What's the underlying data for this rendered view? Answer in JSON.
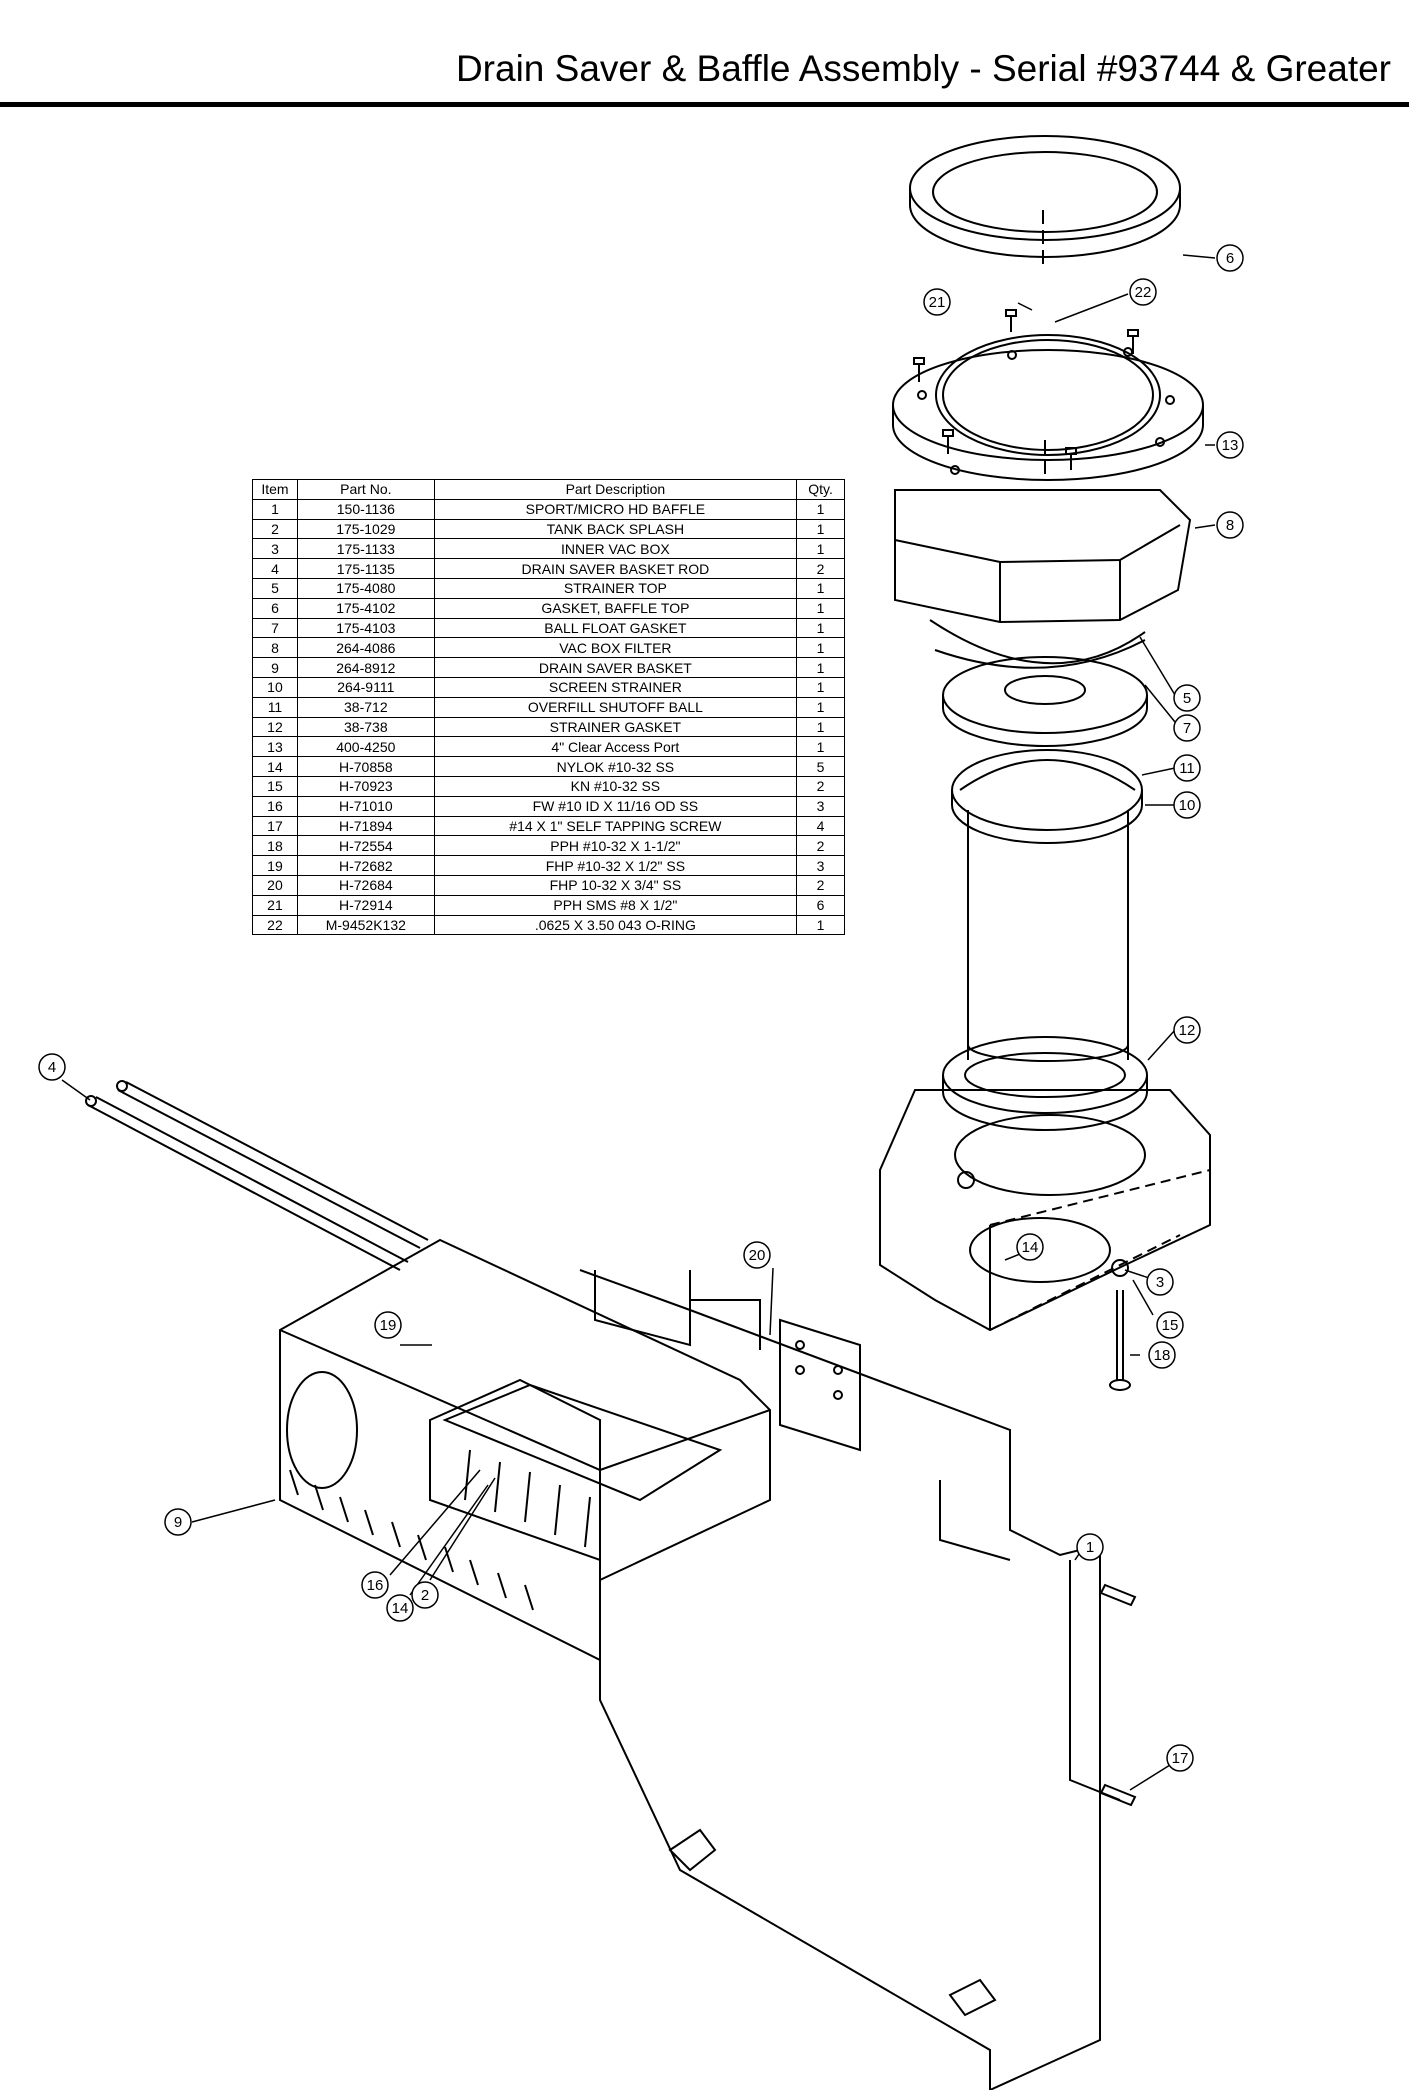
{
  "title": "Drain Saver & Baffle Assembly - Serial #93744 & Greater",
  "table": {
    "headers": [
      "Item",
      "Part No.",
      "Part Description",
      "Qty."
    ],
    "rows": [
      [
        "1",
        "150-1136",
        "SPORT/MICRO HD BAFFLE",
        "1"
      ],
      [
        "2",
        "175-1029",
        "TANK BACK SPLASH",
        "1"
      ],
      [
        "3",
        "175-1133",
        "INNER VAC BOX",
        "1"
      ],
      [
        "4",
        "175-1135",
        "DRAIN SAVER BASKET ROD",
        "2"
      ],
      [
        "5",
        "175-4080",
        "STRAINER TOP",
        "1"
      ],
      [
        "6",
        "175-4102",
        "GASKET, BAFFLE TOP",
        "1"
      ],
      [
        "7",
        "175-4103",
        "BALL FLOAT GASKET",
        "1"
      ],
      [
        "8",
        "264-4086",
        "VAC BOX FILTER",
        "1"
      ],
      [
        "9",
        "264-8912",
        "DRAIN SAVER BASKET",
        "1"
      ],
      [
        "10",
        "264-9111",
        "SCREEN STRAINER",
        "1"
      ],
      [
        "11",
        "38-712",
        "OVERFILL SHUTOFF BALL",
        "1"
      ],
      [
        "12",
        "38-738",
        "STRAINER GASKET",
        "1"
      ],
      [
        "13",
        "400-4250",
        "4\" Clear Access Port",
        "1"
      ],
      [
        "14",
        "H-70858",
        "NYLOK #10-32 SS",
        "5"
      ],
      [
        "15",
        "H-70923",
        "KN  #10-32 SS",
        "2"
      ],
      [
        "16",
        "H-71010",
        "FW #10 ID X 11/16 OD SS",
        "3"
      ],
      [
        "17",
        "H-71894",
        "#14 X 1\" SELF TAPPING SCREW",
        "4"
      ],
      [
        "18",
        "H-72554",
        "PPH #10-32 X 1-1/2\"",
        "2"
      ],
      [
        "19",
        "H-72682",
        "FHP #10-32 X 1/2\" SS",
        "3"
      ],
      [
        "20",
        "H-72684",
        "FHP 10-32 X 3/4\" SS",
        "2"
      ],
      [
        "21",
        "H-72914",
        "PPH SMS #8 X 1/2\"",
        "6"
      ],
      [
        "22",
        "M-9452K132",
        ".0625 X 3.50 043 O-RING",
        "1"
      ]
    ]
  },
  "callouts": [
    "1",
    "2",
    "3",
    "4",
    "5",
    "6",
    "7",
    "8",
    "9",
    "10",
    "11",
    "12",
    "13",
    "14",
    "14",
    "15",
    "16",
    "17",
    "18",
    "19",
    "20",
    "21",
    "22"
  ],
  "colors": {
    "line": "#000000",
    "background": "#ffffff"
  }
}
